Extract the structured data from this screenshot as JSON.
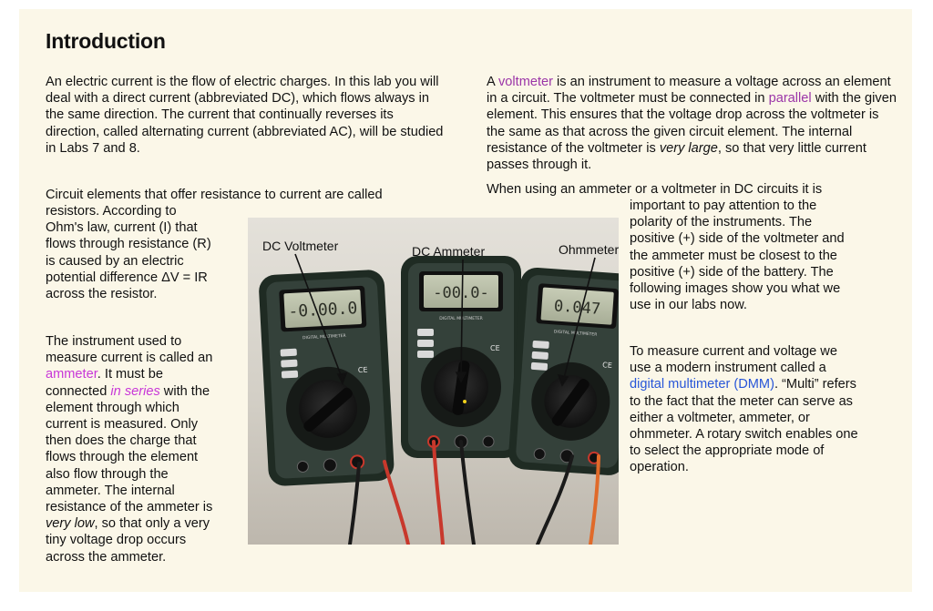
{
  "title": "Introduction",
  "left": {
    "p1": "An electric current is the flow of electric charges. In this lab you will deal with a direct current (abbreviated DC), which flows always in the same direction. The current that continually reverses its direction, called alternating current (abbreviated AC), will be studied in Labs 7 and 8.",
    "p2_line1": "Circuit elements that offer resistance to current are called",
    "p2_rest": [
      "resistors. According to",
      "Ohm's law, current (I) that",
      "flows through resistance (R)",
      "is caused by an electric",
      "potential difference ΔV = IR",
      "across the resistor."
    ],
    "p3": {
      "a": "The instrument used to",
      "b": "measure current is called an",
      "ammeter": "ammeter",
      "c": ". It must be",
      "d": "connected ",
      "in_series": "in series",
      "e": " with the",
      "rest": [
        "element through which",
        "current is measured. Only",
        "then does the charge that",
        "flows through the element",
        "also flow through the",
        "ammeter. The internal",
        "resistance of the ammeter is"
      ],
      "very_low": "very low",
      "f": ", so that only a very",
      "tail": [
        "tiny voltage drop occurs",
        "across the ammeter."
      ]
    }
  },
  "right": {
    "p1": {
      "a": "A ",
      "voltmeter": "voltmeter",
      "b": " is an instrument to measure a voltage across an element in a circuit. The voltmeter must be connected in ",
      "parallel": "parallel",
      "c": " with the given element. This ensures that the voltage drop across the voltmeter is the same as that across the given circuit element. The internal resistance of the voltmeter is ",
      "very_large": "very large",
      "d": ", so that very little current passes through it."
    },
    "p2_line1": "When using an ammeter or a voltmeter in DC circuits it is",
    "p2_rest": [
      "important to pay attention to the",
      "polarity of the instruments. The",
      "positive (+) side of the voltmeter and",
      "the ammeter must be closest to the",
      "positive (+) side of the battery. The",
      "following images show you what we",
      "use in our labs now."
    ],
    "p3": {
      "a": [
        "To measure current and voltage we",
        "use a modern instrument called a"
      ],
      "dmm": "digital multimeter (DMM)",
      "b": ". “Multi” refers",
      "rest": [
        "to the fact that the meter can serve as",
        "either a voltmeter, ammeter, or",
        "ohmmeter. A rotary switch enables one",
        "to select the appropriate mode of",
        "operation."
      ]
    }
  },
  "photo": {
    "label_dc_voltmeter": "DC Voltmeter",
    "label_dc_ammeter": "DC Ammeter",
    "label_ohmmeter": "Ohmmeter",
    "display_1": "-0.00.0",
    "display_2": "-00.0-",
    "display_3": "0.047",
    "brand_text": "DIGITAL MULTIMETER",
    "ce_mark": "CE",
    "colors": {
      "meter_body": "#2e3a2e",
      "meter_rim": "#1e2a22",
      "display_bg": "#b9bfa8",
      "lead_red": "#c8382c",
      "lead_black": "#1a1a1a",
      "bg_wall": "#d6d2c9"
    }
  }
}
